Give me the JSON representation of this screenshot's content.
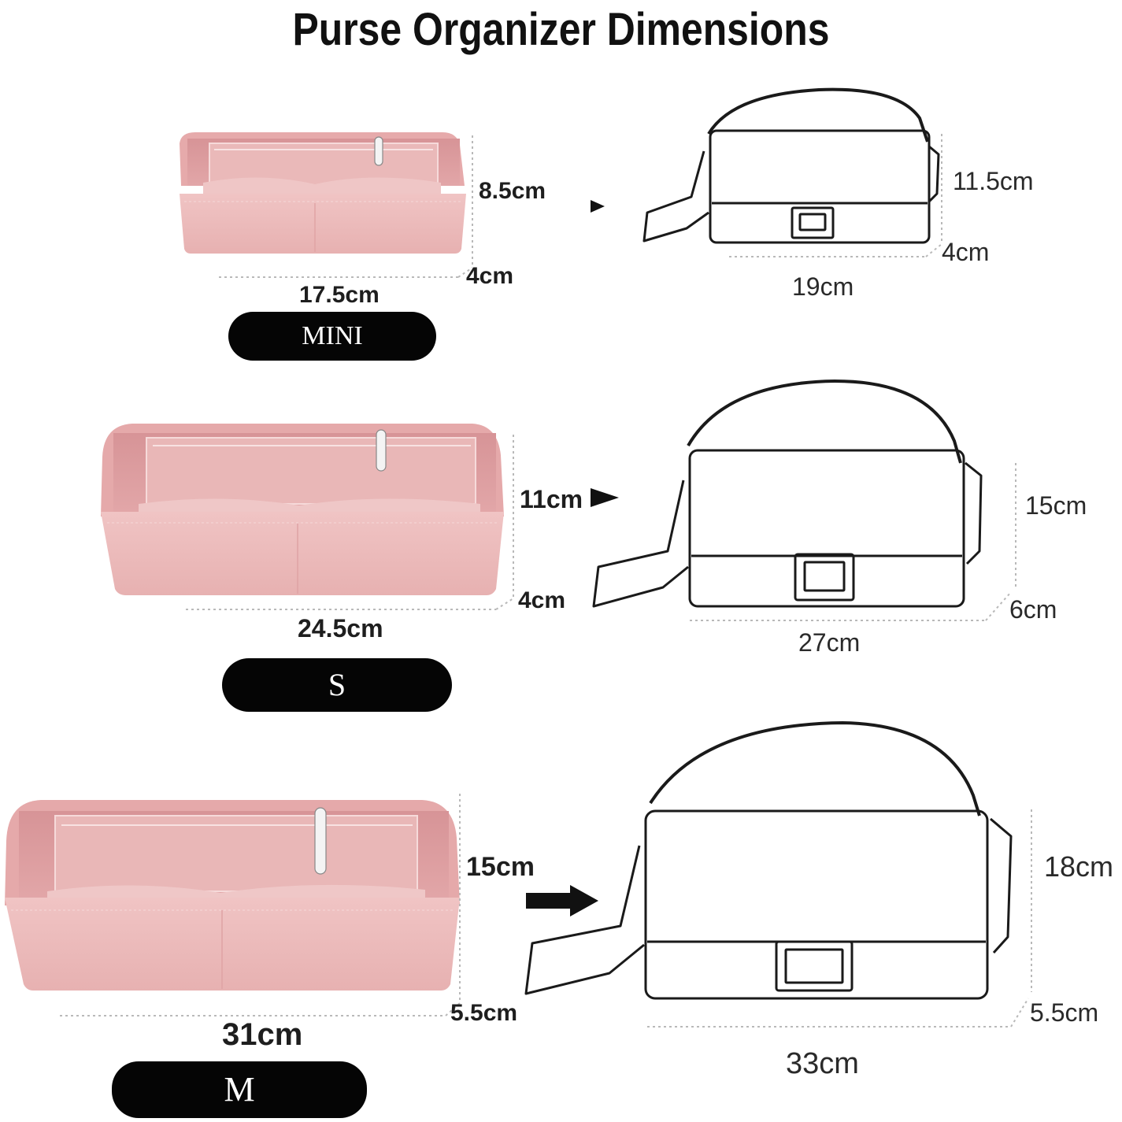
{
  "title": "Purse Organizer Dimensions",
  "colors": {
    "felt_pink": "#e9b2b2",
    "felt_inner": "#d99a9c",
    "pill_black": "#050505",
    "line_art": "#1a1a1a"
  },
  "sizes": [
    {
      "badge": "MINI",
      "organizer": {
        "length": "17.5cm",
        "height": "8.5cm",
        "depth": "4cm"
      },
      "bag": {
        "length": "19cm",
        "height": "11.5cm",
        "depth": "4cm"
      }
    },
    {
      "badge": "S",
      "organizer": {
        "length": "24.5cm",
        "height": "11cm",
        "depth": "4cm"
      },
      "bag": {
        "length": "27cm",
        "height": "15cm",
        "depth": "6cm"
      }
    },
    {
      "badge": "M",
      "organizer": {
        "length": "31cm",
        "height": "15cm",
        "depth": "5.5cm"
      },
      "bag": {
        "length": "33cm",
        "height": "18cm",
        "depth": "5.5cm"
      }
    }
  ]
}
